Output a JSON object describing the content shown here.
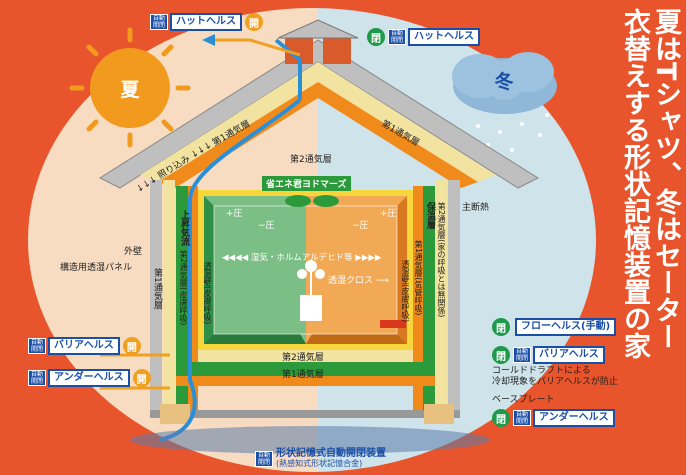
{
  "title_line1": "夏はTシャツ、冬はセーター",
  "title_line2": "衣替えする形状記憶装置の家",
  "season_summer": "夏",
  "season_winter": "冬",
  "auto_label": "自動開閉",
  "state_open": "開",
  "state_closed": "閉",
  "tags": {
    "hat_left": "ハットヘルス",
    "hat_right": "ハットヘルス",
    "barrier_left": "バリアヘルス",
    "under_left": "アンダーヘルス",
    "flow_right": "フローヘルス(手動)",
    "barrier_right": "バリアヘルス",
    "under_right": "アンダーヘルス"
  },
  "labels": {
    "vent1_left": "第1通気層",
    "vent1_right": "第1通気層",
    "vent2_top": "第2通気層",
    "vent2_bottom": "第2通気層",
    "vent1_bottom": "第1通気層",
    "radiation": "↓↓↓ 照り込み ↓↓↓",
    "energy": "省エネ君ヨドマーズ",
    "outer_wall": "外壁",
    "membrane": "構造用透湿パネル",
    "main_insulation": "主断熱",
    "plus_left": "+圧",
    "minus_left": "−圧",
    "minus_right": "−圧",
    "plus_right": "+圧",
    "humidity": "◀◀◀◀ 湿気・ホルムアルデヒド等 ▶▶▶▶",
    "cloth": "透湿クロス ⟶",
    "cold_draft": "コールドドラフトによる\n冷却現象をバリアヘルスが防止",
    "base_plate": "ベースプレート",
    "footer1": "形状記憶式自動開閉装置",
    "footer2": "(熱感知式形状記憶合金)"
  },
  "vertical_labels": {
    "vent1_wall_left": "第1通気層",
    "rising_air": "上昇気流",
    "vent2_left": "第2通気層(皮膚呼吸)",
    "permeable_left": "透湿壁(皮膚呼吸)",
    "insulation_layer": "保温層",
    "vent2_right": "第2通気層(家の呼吸とは無関係)",
    "vent1_wall_right": "第1通気層(気管呼吸)",
    "permeable_right": "透湿壁(皮膚呼吸)"
  }
}
